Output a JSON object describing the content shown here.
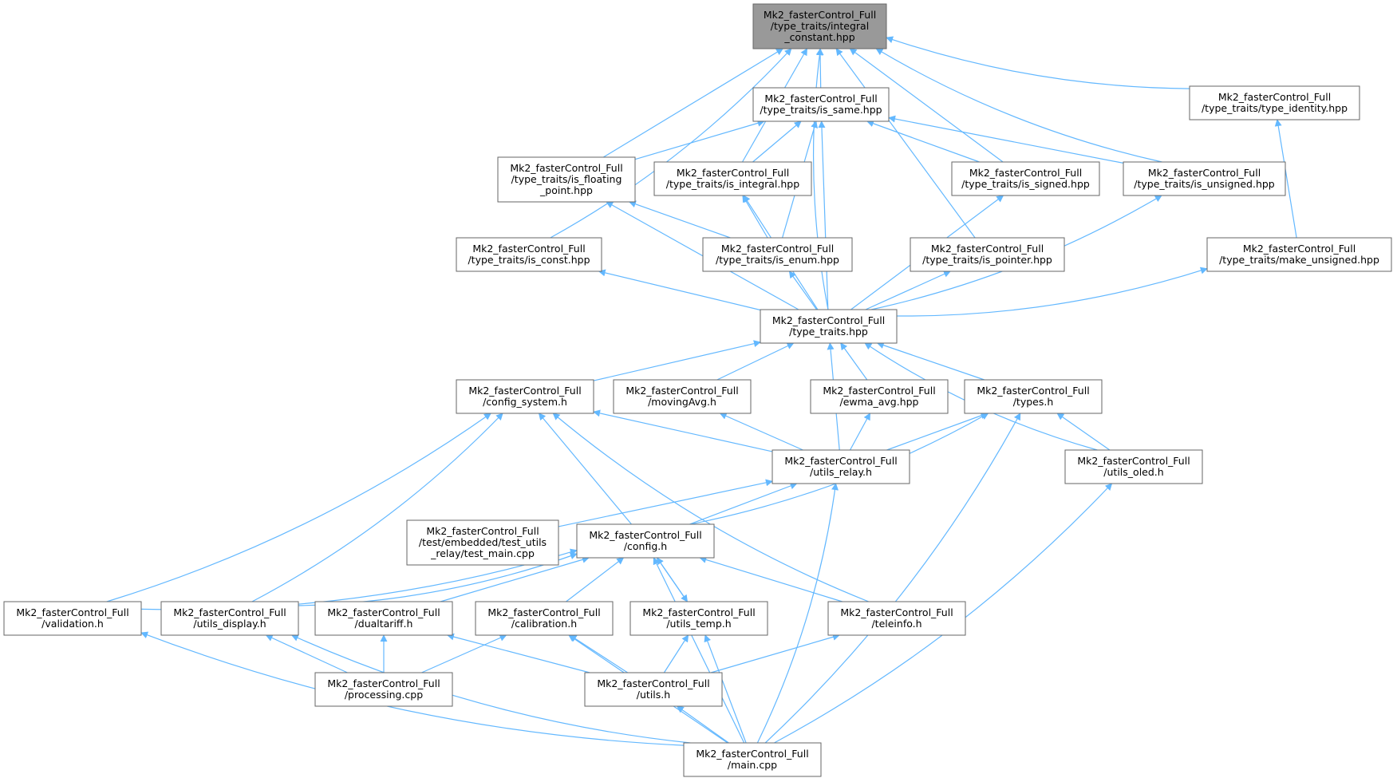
{
  "colors": {
    "edge": "#63b8ff",
    "node_fill": "#ffffff",
    "root_fill": "#999999",
    "border": "#666666"
  },
  "nodes": [
    {
      "id": "integral_constant",
      "lines": [
        "Mk2_fasterControl_Full",
        "/type_traits/integral",
        "_constant.hpp"
      ],
      "highlight": true
    },
    {
      "id": "is_same",
      "lines": [
        "Mk2_fasterControl_Full",
        "/type_traits/is_same.hpp"
      ]
    },
    {
      "id": "type_identity",
      "lines": [
        "Mk2_fasterControl_Full",
        "/type_traits/type_identity.hpp"
      ]
    },
    {
      "id": "is_floating_point",
      "lines": [
        "Mk2_fasterControl_Full",
        "/type_traits/is_floating",
        "_point.hpp"
      ]
    },
    {
      "id": "is_integral",
      "lines": [
        "Mk2_fasterControl_Full",
        "/type_traits/is_integral.hpp"
      ]
    },
    {
      "id": "is_signed",
      "lines": [
        "Mk2_fasterControl_Full",
        "/type_traits/is_signed.hpp"
      ]
    },
    {
      "id": "is_unsigned",
      "lines": [
        "Mk2_fasterControl_Full",
        "/type_traits/is_unsigned.hpp"
      ]
    },
    {
      "id": "is_const",
      "lines": [
        "Mk2_fasterControl_Full",
        "/type_traits/is_const.hpp"
      ]
    },
    {
      "id": "is_enum",
      "lines": [
        "Mk2_fasterControl_Full",
        "/type_traits/is_enum.hpp"
      ]
    },
    {
      "id": "is_pointer",
      "lines": [
        "Mk2_fasterControl_Full",
        "/type_traits/is_pointer.hpp"
      ]
    },
    {
      "id": "make_unsigned",
      "lines": [
        "Mk2_fasterControl_Full",
        "/type_traits/make_unsigned.hpp"
      ]
    },
    {
      "id": "type_traits",
      "lines": [
        "Mk2_fasterControl_Full",
        "/type_traits.hpp"
      ]
    },
    {
      "id": "config_system",
      "lines": [
        "Mk2_fasterControl_Full",
        "/config_system.h"
      ]
    },
    {
      "id": "movingAvg",
      "lines": [
        "Mk2_fasterControl_Full",
        "/movingAvg.h"
      ]
    },
    {
      "id": "ewma_avg",
      "lines": [
        "Mk2_fasterControl_Full",
        "/ewma_avg.hpp"
      ]
    },
    {
      "id": "types",
      "lines": [
        "Mk2_fasterControl_Full",
        "/types.h"
      ]
    },
    {
      "id": "utils_relay",
      "lines": [
        "Mk2_fasterControl_Full",
        "/utils_relay.h"
      ]
    },
    {
      "id": "utils_oled",
      "lines": [
        "Mk2_fasterControl_Full",
        "/utils_oled.h"
      ]
    },
    {
      "id": "test_main",
      "lines": [
        "Mk2_fasterControl_Full",
        "/test/embedded/test_utils",
        "_relay/test_main.cpp"
      ]
    },
    {
      "id": "config",
      "lines": [
        "Mk2_fasterControl_Full",
        "/config.h"
      ]
    },
    {
      "id": "validation",
      "lines": [
        "Mk2_fasterControl_Full",
        "/validation.h"
      ]
    },
    {
      "id": "utils_display",
      "lines": [
        "Mk2_fasterControl_Full",
        "/utils_display.h"
      ]
    },
    {
      "id": "dualtariff",
      "lines": [
        "Mk2_fasterControl_Full",
        "/dualtariff.h"
      ]
    },
    {
      "id": "calibration",
      "lines": [
        "Mk2_fasterControl_Full",
        "/calibration.h"
      ]
    },
    {
      "id": "utils_temp",
      "lines": [
        "Mk2_fasterControl_Full",
        "/utils_temp.h"
      ]
    },
    {
      "id": "teleinfo",
      "lines": [
        "Mk2_fasterControl_Full",
        "/teleinfo.h"
      ]
    },
    {
      "id": "processing",
      "lines": [
        "Mk2_fasterControl_Full",
        "/processing.cpp"
      ]
    },
    {
      "id": "utils",
      "lines": [
        "Mk2_fasterControl_Full",
        "/utils.h"
      ]
    },
    {
      "id": "main",
      "lines": [
        "Mk2_fasterControl_Full",
        "/main.cpp"
      ]
    }
  ],
  "edges": [
    [
      "is_same",
      "integral_constant"
    ],
    [
      "type_identity",
      "integral_constant"
    ],
    [
      "is_floating_point",
      "integral_constant"
    ],
    [
      "is_integral",
      "integral_constant"
    ],
    [
      "is_signed",
      "integral_constant"
    ],
    [
      "is_unsigned",
      "integral_constant"
    ],
    [
      "is_const",
      "integral_constant"
    ],
    [
      "is_pointer",
      "integral_constant"
    ],
    [
      "type_traits",
      "integral_constant"
    ],
    [
      "is_floating_point",
      "is_same"
    ],
    [
      "is_integral",
      "is_same"
    ],
    [
      "is_signed",
      "is_same"
    ],
    [
      "is_unsigned",
      "is_same"
    ],
    [
      "is_enum",
      "is_same"
    ],
    [
      "type_traits",
      "is_same"
    ],
    [
      "make_unsigned",
      "type_identity"
    ],
    [
      "is_enum",
      "is_floating_point"
    ],
    [
      "type_traits",
      "is_floating_point"
    ],
    [
      "is_enum",
      "is_integral"
    ],
    [
      "type_traits",
      "is_integral"
    ],
    [
      "type_traits",
      "is_signed"
    ],
    [
      "type_traits",
      "is_unsigned"
    ],
    [
      "type_traits",
      "is_const"
    ],
    [
      "type_traits",
      "is_enum"
    ],
    [
      "type_traits",
      "is_pointer"
    ],
    [
      "type_traits",
      "make_unsigned"
    ],
    [
      "config_system",
      "type_traits"
    ],
    [
      "movingAvg",
      "type_traits"
    ],
    [
      "ewma_avg",
      "type_traits"
    ],
    [
      "types",
      "type_traits"
    ],
    [
      "utils_relay",
      "type_traits"
    ],
    [
      "utils_oled",
      "type_traits"
    ],
    [
      "utils_relay",
      "config_system"
    ],
    [
      "config",
      "config_system"
    ],
    [
      "validation",
      "config_system"
    ],
    [
      "utils_display",
      "config_system"
    ],
    [
      "teleinfo",
      "config_system"
    ],
    [
      "utils_relay",
      "movingAvg"
    ],
    [
      "utils_relay",
      "ewma_avg"
    ],
    [
      "utils_relay",
      "types"
    ],
    [
      "utils_oled",
      "types"
    ],
    [
      "config",
      "types"
    ],
    [
      "main",
      "types"
    ],
    [
      "test_main",
      "utils_relay"
    ],
    [
      "config",
      "utils_relay"
    ],
    [
      "main",
      "utils_relay"
    ],
    [
      "main",
      "utils_oled"
    ],
    [
      "validation",
      "config"
    ],
    [
      "utils_display",
      "config"
    ],
    [
      "dualtariff",
      "config"
    ],
    [
      "calibration",
      "config"
    ],
    [
      "utils_temp",
      "config"
    ],
    [
      "teleinfo",
      "config"
    ],
    [
      "main",
      "config"
    ],
    [
      "config",
      "utils_temp"
    ],
    [
      "main",
      "validation"
    ],
    [
      "processing",
      "utils_display"
    ],
    [
      "main",
      "utils_display"
    ],
    [
      "processing",
      "dualtariff"
    ],
    [
      "utils",
      "dualtariff"
    ],
    [
      "processing",
      "calibration"
    ],
    [
      "utils",
      "calibration"
    ],
    [
      "main",
      "calibration"
    ],
    [
      "utils",
      "utils_temp"
    ],
    [
      "main",
      "utils_temp"
    ],
    [
      "utils",
      "teleinfo"
    ],
    [
      "main",
      "utils"
    ]
  ]
}
